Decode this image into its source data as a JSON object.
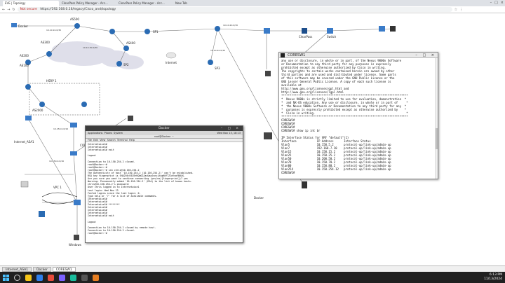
{
  "browser": {
    "tabs": [
      "EVE | Topology",
      "ClearPass Policy Manager - Acc...",
      "ClearPass Policy Manager - Acc...",
      "New Tab"
    ],
    "url_security": "Not secure",
    "url": "https://192.168.0.16/legacy/Cisco_and/topology"
  },
  "topology": {
    "nodes": [
      {
        "id": "Docker",
        "label": "Docker"
      },
      {
        "id": "AS300",
        "label": "AS300"
      },
      {
        "id": "AS500",
        "label": "AS500"
      },
      {
        "id": "AS200",
        "label": "AS200"
      },
      {
        "id": "AS400",
        "label": "AS400"
      },
      {
        "id": "AS100",
        "label": "AS100"
      },
      {
        "id": "SP1",
        "label": "SP1"
      },
      {
        "id": "SP2",
        "label": "SP2"
      },
      {
        "id": "SP3",
        "label": "SP3"
      },
      {
        "id": "Internet",
        "label": "Internet"
      },
      {
        "id": "ClearPass",
        "label": "ClearPass"
      },
      {
        "id": "Switch",
        "label": "Switch"
      },
      {
        "id": "HSRP",
        "label": "HSRP 1"
      },
      {
        "id": "AS2000",
        "label": "AS2000"
      },
      {
        "id": "Internet_ASA1",
        "label": "Internet_ASA1"
      },
      {
        "id": "CORESW1",
        "label": "CORESW1"
      },
      {
        "id": "VPC",
        "label": "VPC 1"
      },
      {
        "id": "Windows",
        "label": "Windows"
      },
      {
        "id": "Docker2",
        "label": "Docker"
      }
    ],
    "link_labels": [
      "10.10.10.0/30",
      "10.10.20.0/30",
      "10.10.30.0/30",
      "10.10.40.0/30",
      "10.150.0.0/16",
      "10.150.0.0/16"
    ]
  },
  "coresw1": {
    "title": "CORESW1",
    "lines": [
      "any use or disclosure, in whole or in part, of the Nexus 9000v Software",
      "or Documentation to any third party for any purposes is expressly",
      "prohibited except as otherwise authorized by Cisco in writing.",
      "The copyrights to certain works contained herein are owned by other",
      "third parties and are used and distributed under license. Some parts",
      "of this software may be covered under the GNU Public License or the",
      "GNU Lesser General Public License. A copy of each such license is",
      "available at",
      "http://www.gnu.org/licenses/gpl.html and",
      "http://www.gnu.org/licenses/lgpl.html",
      "***************************************************************************",
      "*  Nexus 9000v is strictly limited to use for evaluation, demonstration  *",
      "*  and NX-OS education. Any use or disclosure, in whole or in part of     *",
      "*  the Nexus 9000v Software or Documentation to any third party for any  *",
      "*  purposes is expressly prohibited except as otherwise authorized by    *",
      "*  Cisco in writing.                                                      *",
      "***************************************************************************",
      "CORESW1#",
      "CORESW1#",
      "CORESW1#",
      "CORESW1# show ip int br",
      "",
      "IP Interface Status for VRF \"default\"(1)",
      "Interface            IP Address      Interface Status",
      "Vlan5                10.150.5.2      protocol-up/link-up/admin-up",
      "Vlan7                192.168.7.10    protocol-up/link-up/admin-up",
      "Vlan15               10.150.15.2     protocol-up/link-up/admin-up",
      "Vlan25               10.150.25.2     protocol-up/link-up/admin-up",
      "Vlan50               10.200.50.2     protocol-up/link-up/admin-up",
      "Vlan70               10.150.70.2     protocol-up/link-up/admin-up",
      "Vlan80               10.150.80.2     protocol-up/link-up/admin-up",
      "Vlan254              10.150.254.12   protocol-up/link-up/admin-up",
      "CORESW1# "
    ]
  },
  "docker": {
    "title": "Docker",
    "menu": [
      "Applications",
      "Places",
      "System"
    ],
    "status": "Wed Nov 13, 18:13",
    "inner_title": "root@Docker: ~",
    "inner_menu": [
      "File",
      "Edit",
      "View",
      "Search",
      "Terminal",
      "Help"
    ],
    "lines": [
      "Internetwise1#",
      "Internetwise1#",
      "Internetwise1# exit",
      "",
      "Logout",
      "",
      "Connection to 10.150.254.2 closed.",
      "root@Docker:~#",
      "root@Docker:~#",
      "root@Docker:~# ssh chris@10.150.254.2",
      "The authenticity of host '10.150.254.2 (10.150.254.2)' can't be established.",
      "RSA key fingerprint is SHA256:K5Z6rKQbGGJacUaaJsnvjXcgH0fTZIaYvaYB0LK.",
      "Are you sure you want to continue connecting (yes/no/[fingerprint])? yes",
      "Warning: Permanently added '10.150.254.2' (RSA) to the list of known hosts.",
      "chris@10.150.254.2's password:",
      "User chris logged in to Internetwise1",
      "Last login: Wed Nov 13",
      "Failed logins since the last login: 0.",
      "Type help or '?' for a list of available commands.",
      "Internetwise1#",
      "Internetwise1#",
      "Internetwise1# ********",
      "Internetwise1#",
      "Internetwise1#",
      "Internetwise1#",
      "Internetwise1# exit",
      "",
      "Logout",
      "",
      "Connection to 10.150.254.2 closed by remote host.",
      "Connection to 10.150.254.2 closed.",
      "root@Docker:~# "
    ]
  },
  "app_tabs": [
    "Internet_ASA1",
    "Docker",
    "CORESW1"
  ],
  "taskbar": {
    "time": "6:13 PM",
    "date": "11/13/2024"
  },
  "colors": {
    "router": "#2a6bb3",
    "switch": "#3a7bc8",
    "terminal_dark": "#2b2b2b",
    "link": "#7f7f7f",
    "taskbar": "#202020"
  }
}
